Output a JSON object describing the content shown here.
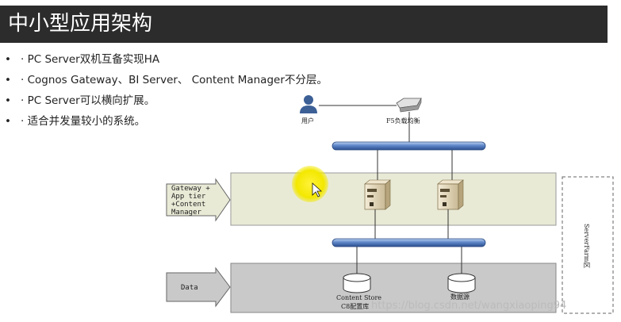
{
  "slide": {
    "title": "中小型应用架构",
    "bullets": [
      "· PC Server双机互备实现HA",
      "· Cognos Gateway、BI Server、 Content Manager不分层。",
      "· PC Server可以横向扩展。",
      "· 适合并发量较小的系统。"
    ]
  },
  "diagram": {
    "user_label": "用户",
    "loadbalancer_label": "F5负载均衡",
    "tier_gateway_label_lines": [
      "Gateway +",
      "App tier",
      "+Content",
      "Manager"
    ],
    "tier_data_label": "Data",
    "content_store_label": "Content Store",
    "content_store_sublabel": "C8配置库",
    "datasource_label": "数据源",
    "serverfarm_label": "ServerFarm区",
    "watermark": "https://blog.csdn.net/wangxiaoping94",
    "colors": {
      "title_bg": "#2c2c2c",
      "tier_bg": "#e9ead6",
      "data_bg": "#c9c9c9",
      "bus_fill": "#5e86c8",
      "highlight": "#f5ee00"
    }
  }
}
